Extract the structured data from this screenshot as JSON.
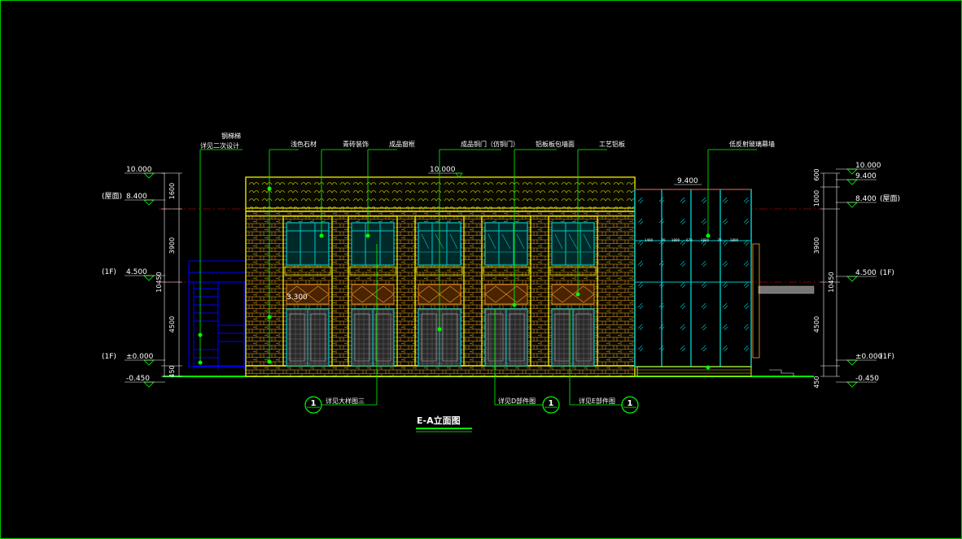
{
  "drawing": {
    "title": "E-A立面图",
    "colors": {
      "background": "#000000",
      "frame": "#00c800",
      "facade_outline": "#e6e600",
      "glass": "#00c8c8",
      "stair": "#0000ff",
      "leader": "#00ff00",
      "datum": "#ff0000",
      "brick": "#ffa028",
      "text": "#ffffff"
    },
    "levels_left": [
      {
        "mark": "10.000",
        "note": ""
      },
      {
        "mark": "8.400",
        "note": "(屋面)"
      },
      {
        "mark": "4.500",
        "note": "(1F)"
      },
      {
        "mark": "±0.000",
        "note": "(1F)"
      },
      {
        "mark": "-0.450",
        "note": ""
      }
    ],
    "levels_right": [
      {
        "mark": "10.000",
        "note": ""
      },
      {
        "mark": "9.400",
        "note": ""
      },
      {
        "mark": "8.400",
        "note": "(屋面)"
      },
      {
        "mark": "4.500",
        "note": "(1F)"
      },
      {
        "mark": "±0.000",
        "note": "(1F)"
      },
      {
        "mark": "-0.450",
        "note": ""
      }
    ],
    "dims_left": [
      "1600",
      "3900",
      "4500",
      "450"
    ],
    "dims_left_total": "10450",
    "dims_right": [
      "600",
      "1000",
      "3900",
      "4500",
      "450"
    ],
    "dims_right_total": "10450",
    "callouts_top": [
      {
        "label": "钢梯梯",
        "sub": "详见二次设计"
      },
      {
        "label": "浅色石材",
        "sub": ""
      },
      {
        "label": "青砖装饰",
        "sub": ""
      },
      {
        "label": "成品窗框",
        "sub": ""
      },
      {
        "label": "成品铜门（仿铜门）",
        "sub": ""
      },
      {
        "label": "铝板板包墙面",
        "sub": ""
      },
      {
        "label": "工艺铝板",
        "sub": ""
      },
      {
        "label": "低反射玻璃幕墙",
        "sub": ""
      }
    ],
    "facade_marks": {
      "top": "10.000",
      "glass_top": "9.400",
      "mid": "3.300"
    },
    "glass_dims": [
      "1400",
      "70",
      "1800",
      "670",
      "1820",
      "70",
      "1800"
    ],
    "detail_refs": [
      {
        "num": "1",
        "text": "详见大样图三"
      },
      {
        "num": "1",
        "text": "详见D部件图"
      },
      {
        "num": "1",
        "text": "详见E部件图"
      }
    ]
  }
}
